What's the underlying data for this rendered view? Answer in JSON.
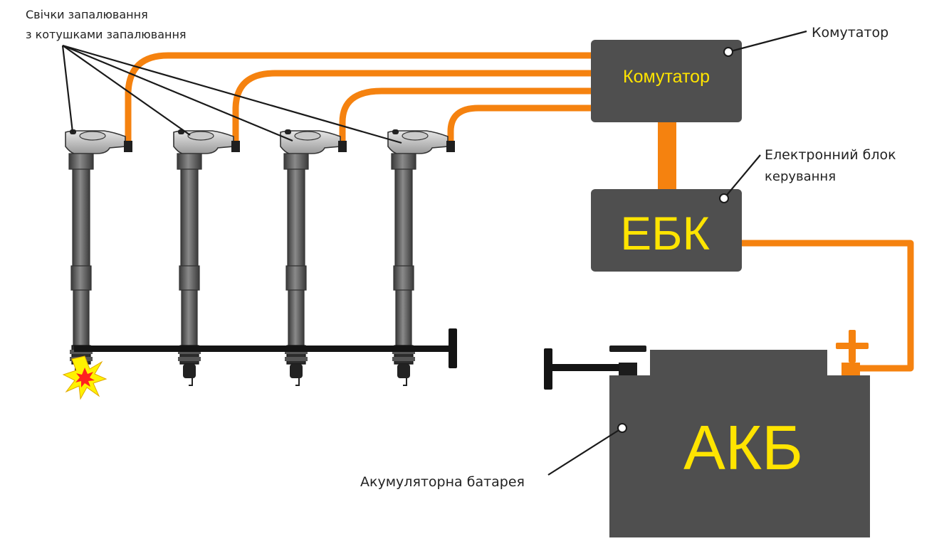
{
  "callouts": {
    "spark_plugs_line1": "Свічки запалювання",
    "spark_plugs_line2": "з котушками запалювання",
    "commutator": "Комутатор",
    "ecu_line1": "Електронний блок",
    "ecu_line2": "керування",
    "battery": "Акумуляторна батарея"
  },
  "boxes": {
    "commutator_label": "Комутатор",
    "ecu_label": "ЕБК",
    "battery_label": "АКБ"
  },
  "terminals": {
    "negative": "−",
    "positive": "+"
  },
  "colors": {
    "wire": "#f5820f",
    "box": "#4f4f4f",
    "label": "#ffe400",
    "spark": "#ff2020"
  }
}
